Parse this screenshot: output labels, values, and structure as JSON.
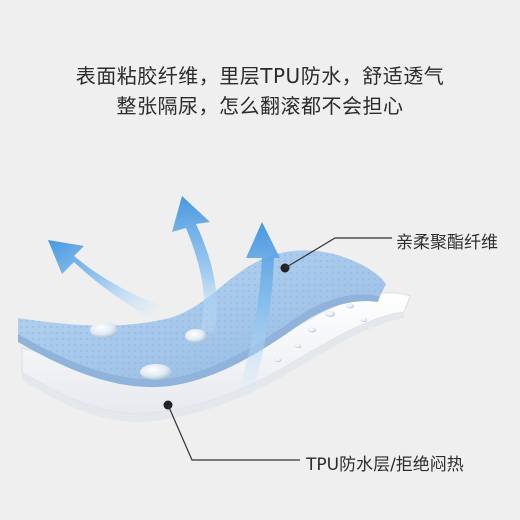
{
  "headline": {
    "line1": "表面粘胶纤维，里层TPU防水，舒适透气",
    "line2": "整张隔尿，怎么翻滚都不会担心"
  },
  "callouts": {
    "top_label": "亲柔聚酯纤维",
    "bottom_label": "TPU防水层/拒绝闷热"
  },
  "colors": {
    "background": "#efefef",
    "fabric_blue": "#a9c9eb",
    "arrow_blue": "#4b9ce2",
    "waterproof_layer": "#f6f6f6"
  },
  "icons": {
    "airflow_arrows": "airflow-arrow-icon",
    "water_droplets": "water-droplet-icon"
  }
}
